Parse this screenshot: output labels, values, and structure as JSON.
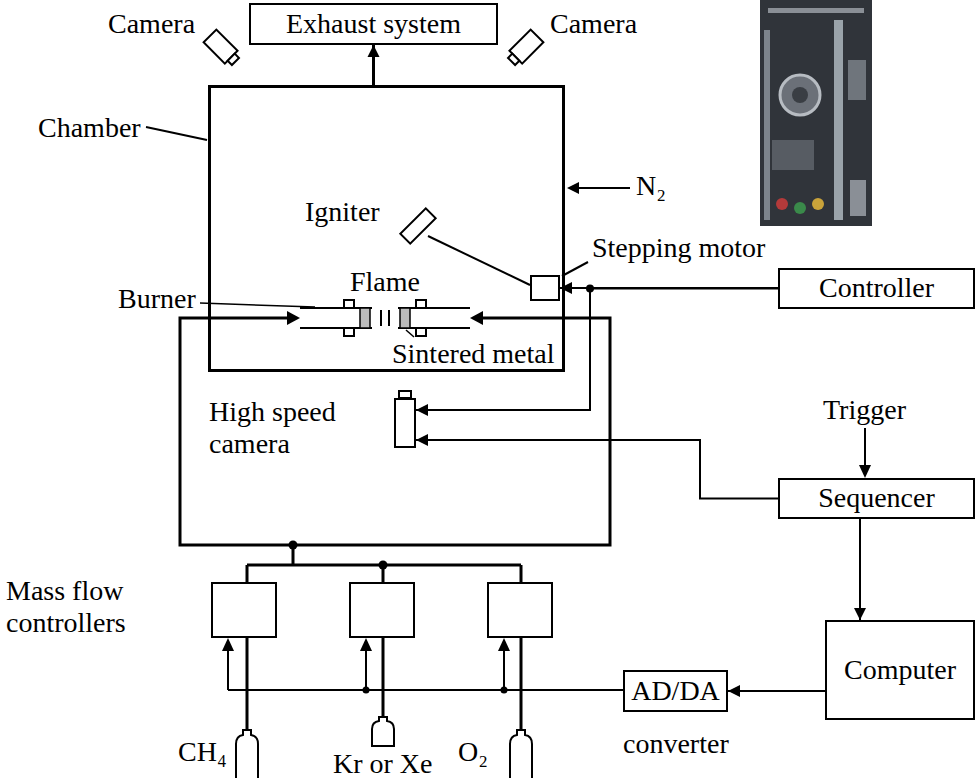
{
  "diagram": {
    "nodes": [
      {
        "text": [
          "Exhaust system"
        ]
      },
      {
        "text": [
          "Chamber"
        ]
      },
      {
        "text": [
          "Stepping motor"
        ],
        "in": 1
      },
      {
        "text": [
          "Controller"
        ]
      },
      {
        "text": [
          "High speed camera"
        ]
      },
      {
        "text": [
          "Sequencer"
        ]
      },
      {
        "text": [
          "Computer"
        ]
      },
      {
        "text": [
          "AD/DA",
          "converter"
        ]
      }
    ],
    "edges": [
      {
        "from": 1,
        "to": 0,
        "arrow": "to"
      },
      {
        "from": 3,
        "to": 2,
        "arrow": "to"
      },
      {
        "from": 3,
        "to": 4,
        "arrow": "to"
      },
      {
        "from": 5,
        "to": 4,
        "arrow": "to"
      },
      {
        "from": 5,
        "to": 6,
        "arrow": "to"
      },
      {
        "from": 6,
        "to": 7,
        "arrow": "to"
      }
    ],
    "labels": [
      "Camera",
      "Camera",
      "N₂",
      "Igniter",
      "Flame",
      "Burner",
      "Sintered metal",
      "Trigger",
      "Mass flow controllers",
      "CH₄",
      "Kr or Xe",
      "O₂"
    ]
  }
}
